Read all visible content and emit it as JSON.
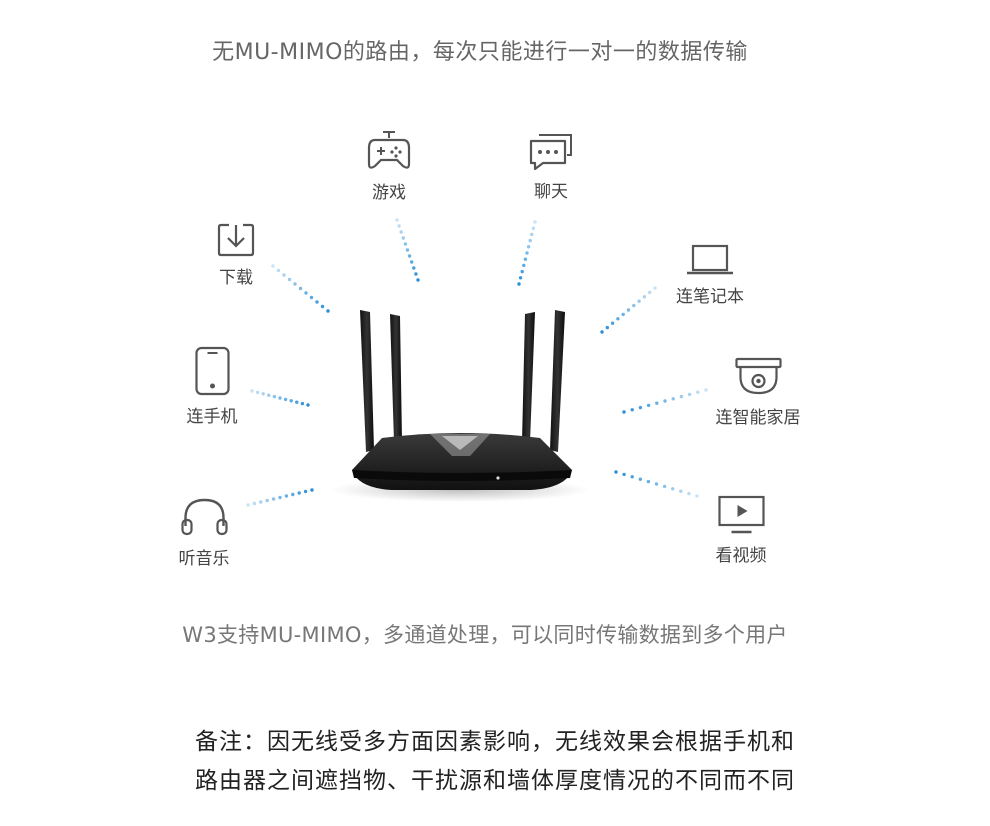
{
  "heading": "无MU-MIMO的路由，每次只能进行一对一的数据传输",
  "devices": [
    {
      "label": "游戏",
      "icon": "gamepad-icon"
    },
    {
      "label": "聊天",
      "icon": "chat-icon"
    },
    {
      "label": "下载",
      "icon": "download-icon"
    },
    {
      "label": "连笔记本",
      "icon": "laptop-icon"
    },
    {
      "label": "连手机",
      "icon": "phone-icon"
    },
    {
      "label": "连智能家居",
      "icon": "camera-icon"
    },
    {
      "label": "听音乐",
      "icon": "headphones-icon"
    },
    {
      "label": "看视频",
      "icon": "video-icon"
    }
  ],
  "caption": "W3支持MU-MIMO，多通道处理，可以同时传输数据到多个用户",
  "note": {
    "line1": "备注：因无线受多方面因素影响，无线效果会根据手机和",
    "line2": "路由器之间遮挡物、干扰源和墙体厚度情况的不同而不同"
  },
  "colors": {
    "signal": "#2a8fd8",
    "icon": "#555555",
    "router": "#1e1e1e"
  }
}
